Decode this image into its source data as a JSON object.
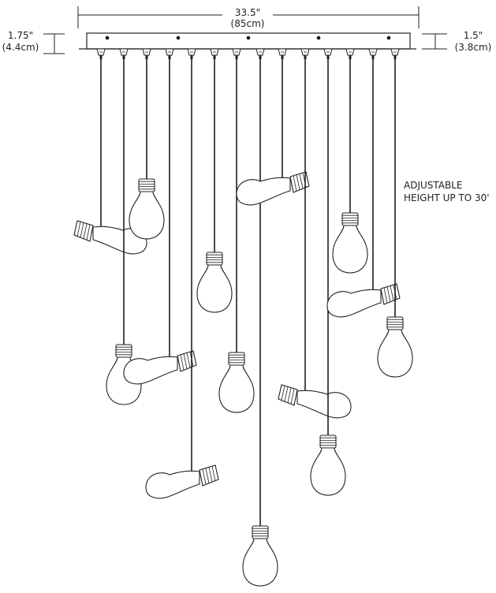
{
  "dimensions": {
    "width_label": "33.5\"",
    "width_metric": "(85cm)",
    "canopy_left_label": "1.75\"",
    "canopy_left_metric": "(4.4cm)",
    "canopy_right_label": "1.5\"",
    "canopy_right_metric": "(3.8cm)"
  },
  "note": {
    "line1": "ADJUSTABLE",
    "line2": "HEIGHT UP TO 30'"
  },
  "pendant_count": 14,
  "canopy_screw_count": 5
}
